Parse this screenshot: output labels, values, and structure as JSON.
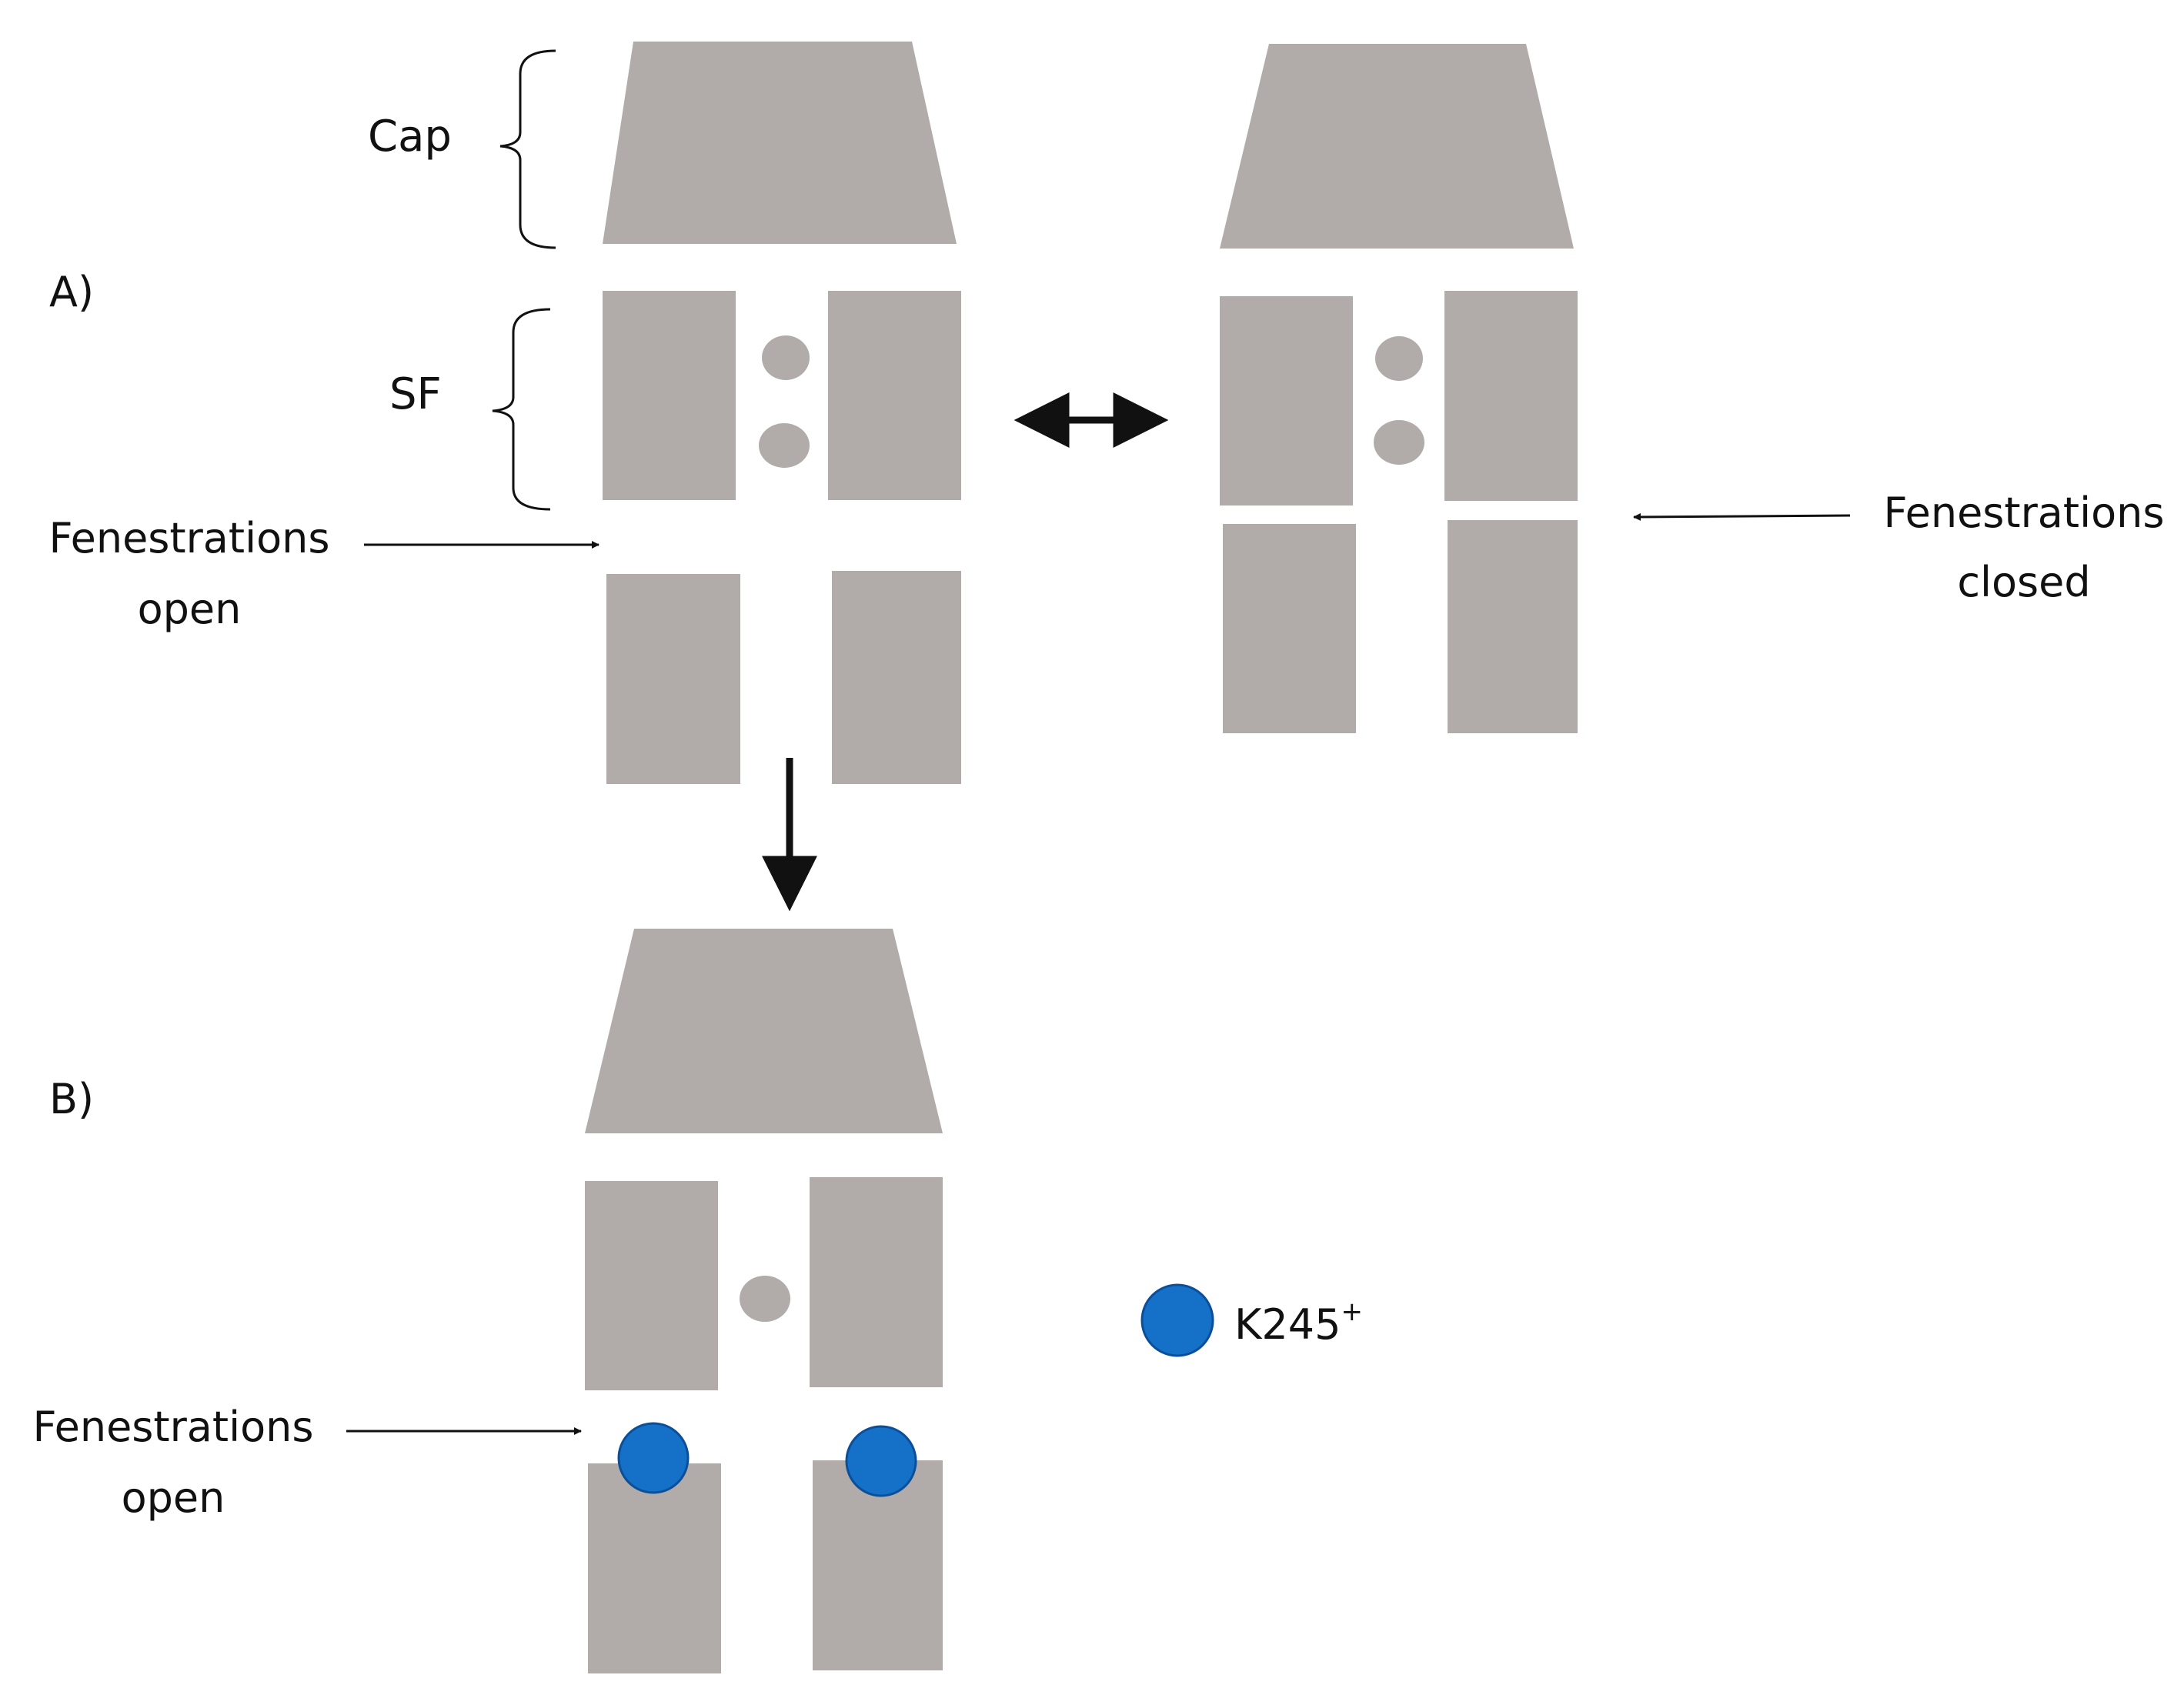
{
  "panels": {
    "a": {
      "label": "A)",
      "cap_label": "Cap",
      "sf_label": "SF",
      "open_label_line1": "Fenestrations",
      "open_label_line2": "open",
      "closed_label_line1": "Fenestrations",
      "closed_label_line2": "closed"
    },
    "b": {
      "label": "B)",
      "open_label_line1": "Fenestrations",
      "open_label_line2": "open"
    }
  },
  "legend": {
    "residue": "K245",
    "charge": "+"
  },
  "colors": {
    "protein": "#b1acaa",
    "residue": "#1570c8",
    "residue_stroke": "#0b4f99",
    "text": "#111111"
  }
}
